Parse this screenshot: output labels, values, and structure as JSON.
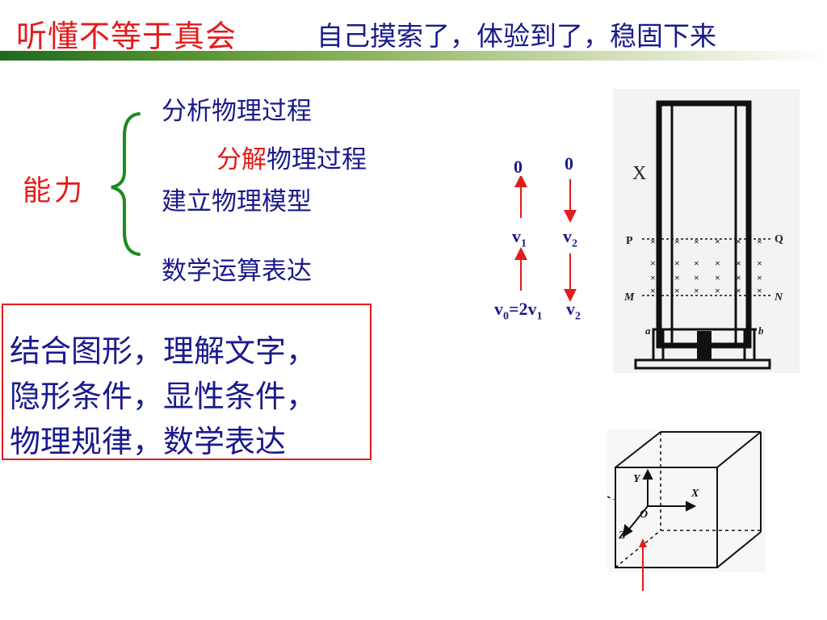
{
  "header": {
    "title": "听懂不等于真会",
    "subtitle": "自己摸索了，体验到了，稳固下来"
  },
  "ability": {
    "label": "能力",
    "items": [
      {
        "text": "分析物理过程"
      },
      {
        "highlight": "分解",
        "text": "物理过程"
      },
      {
        "text": "建立物理模型"
      },
      {
        "text": "数学运算表达"
      }
    ]
  },
  "summary": {
    "lines": [
      "结合图形，理解文字，",
      "隐形条件，显性条件，",
      "物理规律，数学表达"
    ]
  },
  "velocity_diagram": {
    "top_left": "0",
    "top_right": "0",
    "mid_left": "v",
    "mid_left_sub": "1",
    "mid_right": "v",
    "mid_right_sub": "2",
    "bottom_left": "v",
    "bottom_left_sub": "0",
    "bottom_left_eq": "=2v",
    "bottom_left_eq_sub": "1",
    "bottom_right": "v",
    "bottom_right_sub": "2",
    "arrow_color": "#e31b1b"
  },
  "apparatus_figure": {
    "label_x": "X",
    "label_p": "P",
    "label_q": "Q",
    "label_m": "M",
    "label_n": "N",
    "label_a": "a",
    "label_b": "b",
    "field_symbol": "×"
  },
  "cube_figure": {
    "axis_y": "Y",
    "axis_x": "X",
    "axis_z": "Z",
    "origin": "O",
    "arrow_color": "#e31b1b"
  },
  "colors": {
    "title_red": "#e31b1b",
    "text_navy": "#1a1a8c",
    "brace_green": "#1f8a1f"
  }
}
